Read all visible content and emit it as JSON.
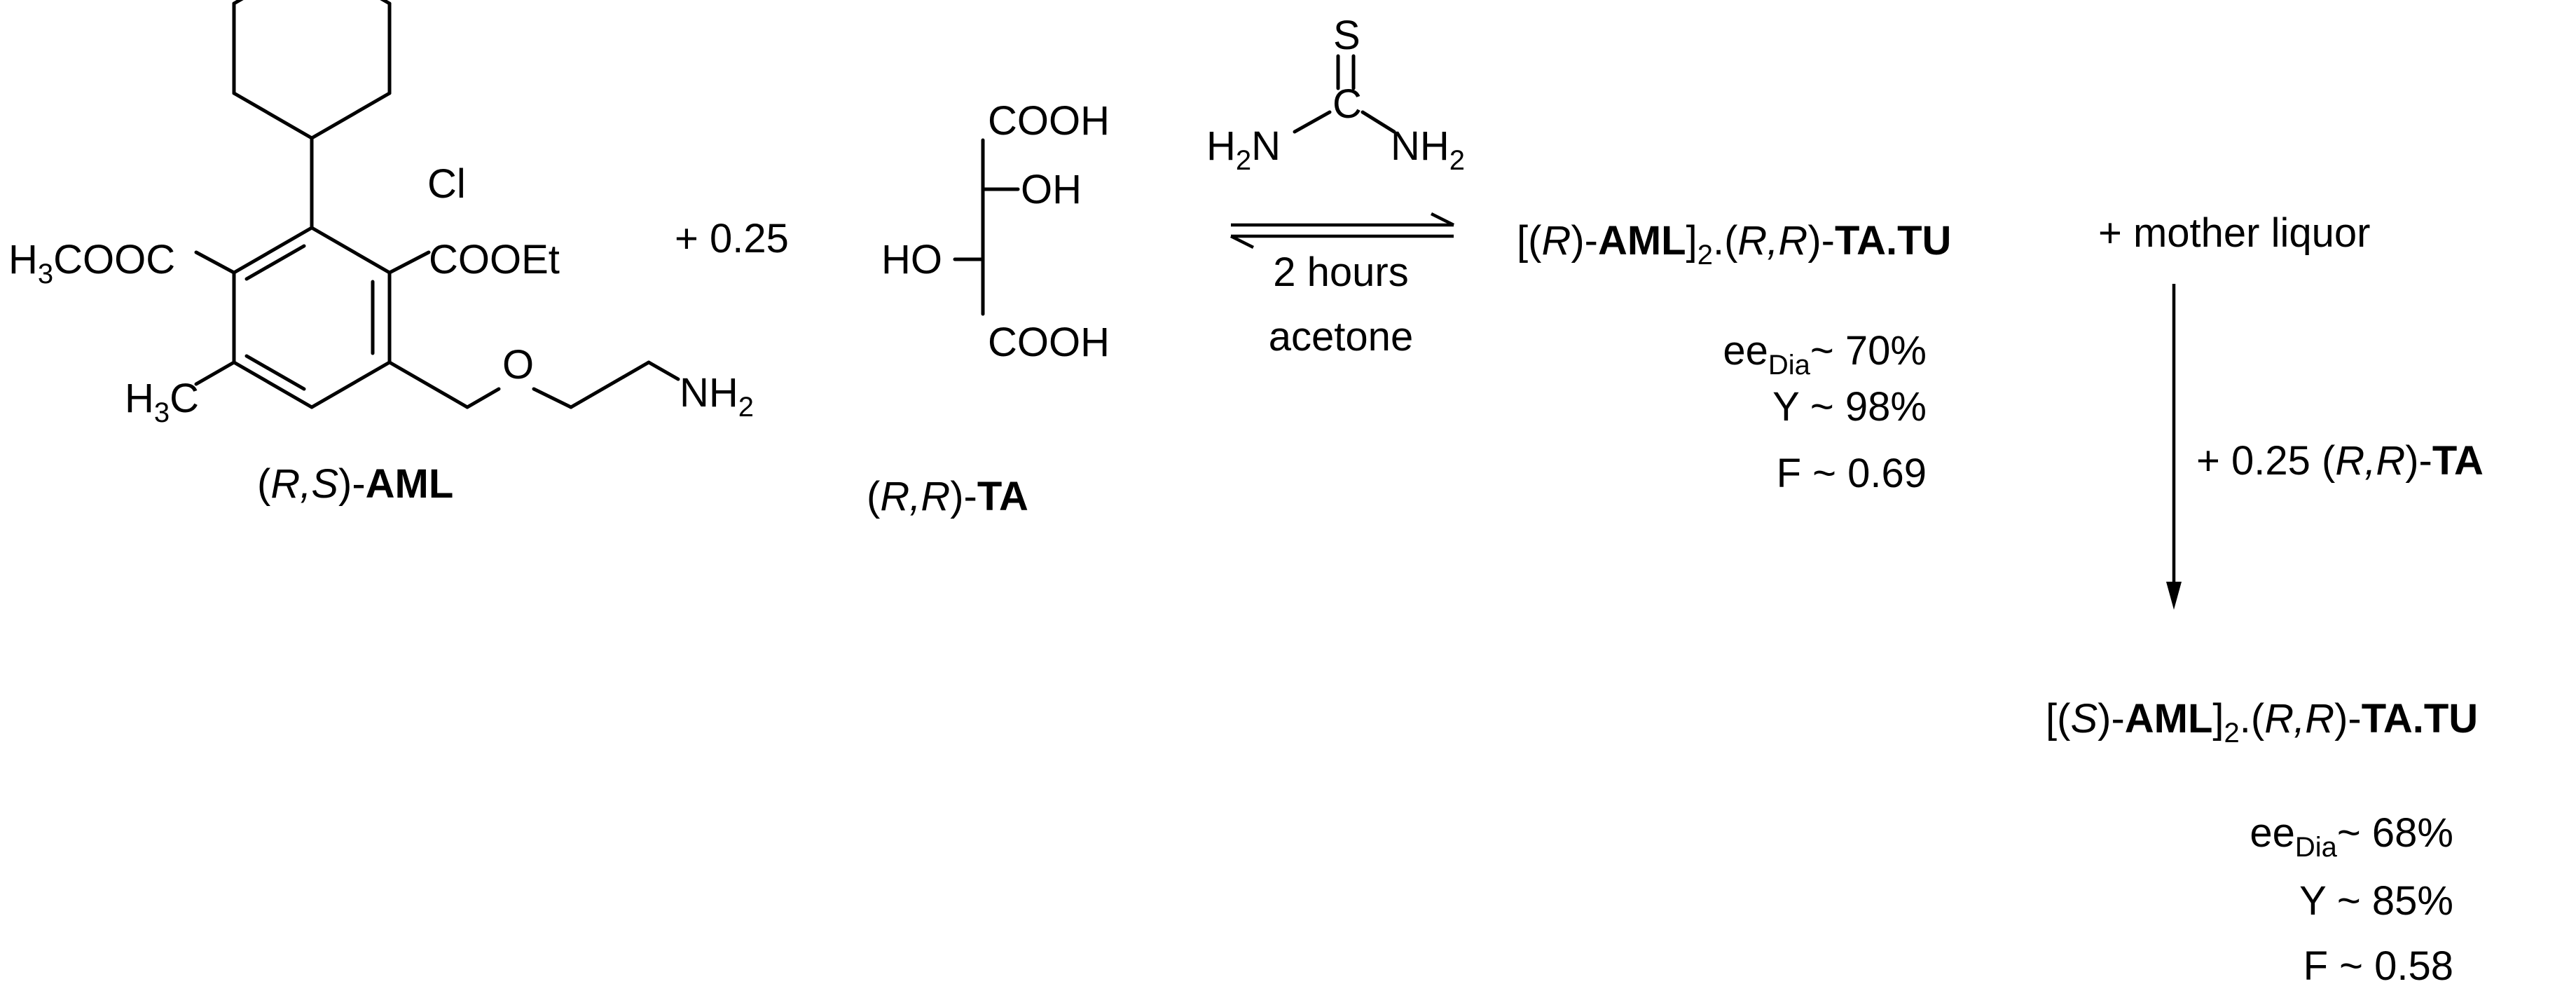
{
  "aml": {
    "chlorine": "Cl",
    "left_ester": {
      "h": "H",
      "sub": "3",
      "rest": "COOC"
    },
    "right_ester": "COOEt",
    "methyl": {
      "h": "H",
      "sub": "3",
      "rest": "C"
    },
    "ether_o": "O",
    "amine": {
      "n": "NH",
      "sub": "2"
    },
    "label": {
      "open": "(",
      "config": "R,S",
      "close": ")-",
      "name": "AML"
    }
  },
  "plus_stoich": "+  0.25",
  "ta": {
    "cooh_top": "COOH",
    "cooh_bottom": "COOH",
    "oh_right": "OH",
    "ho_left": "HO",
    "label": {
      "open": "(",
      "config": "R,R",
      "close": ")-",
      "name": "TA"
    }
  },
  "thiourea": {
    "s": "S",
    "c": "C",
    "left_nh2": {
      "h": "H",
      "sub": "2",
      "rest": "N"
    },
    "right_nh2": {
      "n": "NH",
      "sub": "2"
    }
  },
  "conditions": {
    "time": "2 hours",
    "solvent": "acetone"
  },
  "product_r": {
    "bracket_open": "[(",
    "config": "R",
    "close": ")-",
    "name": "AML",
    "bracket_close": "]",
    "sub": "2",
    "dot": ".(",
    "ta_config": "R,R",
    "ta_close": ")-",
    "salt": "TA.TU",
    "ee": {
      "prefix": "ee",
      "sub": "Dia",
      "value": "~ 70%"
    },
    "yield": "Y ~ 98%",
    "f": "F ~ 0.69"
  },
  "mother_liquor": "+ mother liquor",
  "second_step": {
    "prefix": "+ 0.25 (",
    "config": "R,R",
    "close": ")-",
    "name": "TA"
  },
  "product_s": {
    "bracket_open": "[(",
    "config": "S",
    "close": ")-",
    "name": "AML",
    "bracket_close": "]",
    "sub": "2",
    "dot": ".(",
    "ta_config": "R,R",
    "ta_close": ")-",
    "salt": "TA.TU",
    "ee": {
      "prefix": "ee",
      "sub": "Dia",
      "value": "~ 68%"
    },
    "yield": "Y ~ 85%",
    "f": "F ~ 0.58"
  }
}
